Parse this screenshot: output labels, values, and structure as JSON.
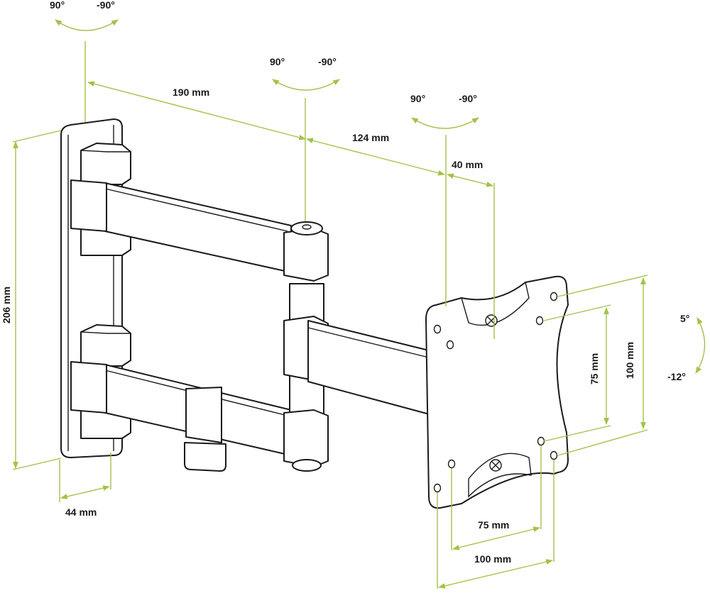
{
  "dimensions": {
    "arm1_length": "190 mm",
    "arm2_length": "124 mm",
    "offset_depth": "40 mm",
    "wall_plate_height": "206 mm",
    "wall_plate_depth": "44 mm",
    "vesa_small_vertical": "75 mm",
    "vesa_large_vertical": "100 mm",
    "vesa_small_horizontal": "75 mm",
    "vesa_large_horizontal": "100 mm"
  },
  "rotations": {
    "wall_joint": {
      "left": "90°",
      "right": "-90°"
    },
    "elbow_joint": {
      "left": "90°",
      "right": "-90°"
    },
    "head_joint": {
      "left": "90°",
      "right": "-90°"
    },
    "tilt": {
      "up": "5°",
      "down": "-12°"
    }
  },
  "colors": {
    "dimension": "#a3c24a",
    "outline": "#1a1a1a",
    "background": "#ffffff"
  }
}
